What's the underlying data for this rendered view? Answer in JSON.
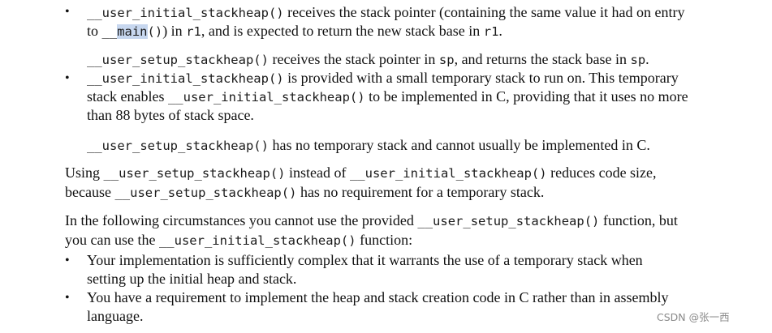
{
  "code": {
    "initial": "__user_initial_stackheap()",
    "setup": "__user_setup_stackheap()",
    "main_prefix": "__",
    "main_name": "main",
    "main_suffix": "()",
    "r1": "r1",
    "sp": "sp"
  },
  "bullet_char": "•",
  "list1": {
    "item1": {
      "l1_a": "receives the stack pointer (containing the same value it had on entry",
      "l2_a": "to",
      "l2_b": ") in",
      "l2_c": ", and is expected to return the new stack base in",
      "l2_d": "."
    },
    "item1_b": {
      "a": "receives the stack pointer in",
      "b": ", and returns the stack base in",
      "c": "."
    },
    "item2": {
      "l1_a": "is provided with a small temporary stack to run on. This temporary",
      "l2_a": "stack enables",
      "l2_b": "to be implemented in C, providing that it uses no more",
      "l3": "than 88 bytes of stack space."
    },
    "item2_b": {
      "a": "has no temporary stack and cannot usually be implemented in C."
    }
  },
  "para1": {
    "l1_a": "Using",
    "l1_b": "instead of",
    "l1_c": "reduces code size,",
    "l2_a": "because",
    "l2_b": "has no requirement for a temporary stack."
  },
  "para2": {
    "l1_a": "In the following circumstances you cannot use the provided",
    "l1_b": "function, but",
    "l2_a": "you can use the",
    "l2_b": "function:"
  },
  "list2": {
    "item1_l1": "Your implementation is sufficiently complex that it warrants the use of a temporary stack when",
    "item1_l2": "setting up the initial heap and stack.",
    "item2_l1": "You have a requirement to implement the heap and stack creation code in C rather than in assembly",
    "item2_l2": "language."
  },
  "watermark": "CSDN @张一西"
}
